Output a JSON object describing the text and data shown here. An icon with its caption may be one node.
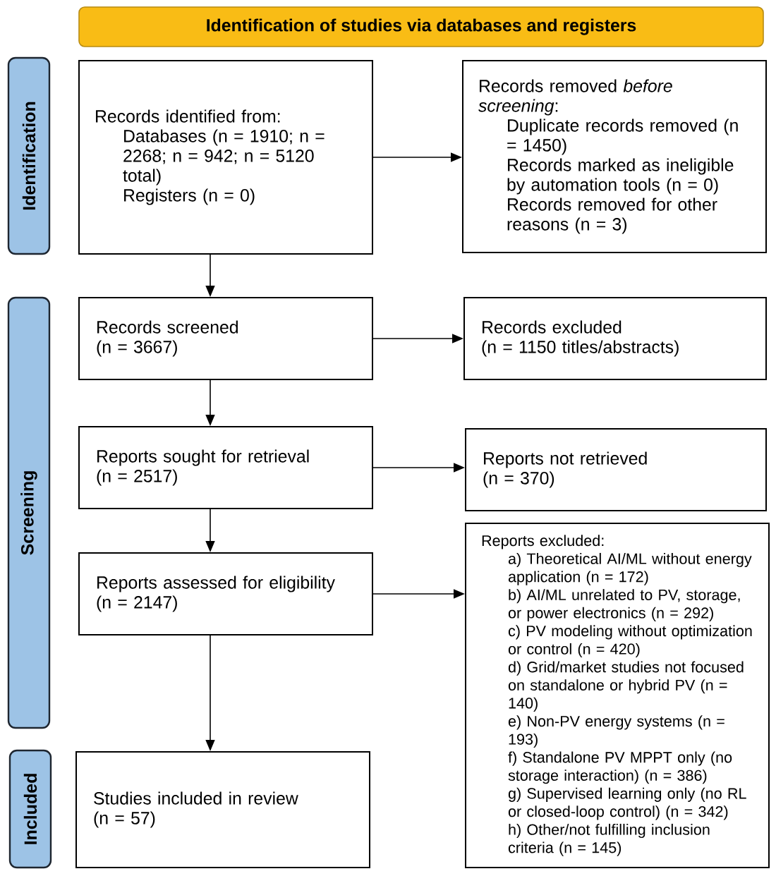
{
  "diagram": {
    "nodes": [
      {
        "text": [
          "Identification of studies via databases and registers"
        ]
      },
      {
        "text": [
          "Identification"
        ]
      },
      {
        "text": [
          "Records identified from:",
          "Databases (n = 1910; n = 2268; n = 942; n = 5120 total)",
          "Registers (n = 0)"
        ]
      },
      {
        "text": [
          "Records removed *before screening*:",
          "Duplicate records removed (n = 1450)",
          "Records marked as ineligible by automation tools (n = 0)",
          "Records removed for other reasons (n = 3)"
        ]
      },
      {
        "text": [
          "Screening"
        ]
      },
      {
        "text": [
          "Records screened",
          "(n = 3667)"
        ]
      },
      {
        "text": [
          "Records excluded",
          "(n = 1150 titles/abstracts)"
        ]
      },
      {
        "text": [
          "Reports sought for retrieval",
          "(n = 2517)"
        ]
      },
      {
        "text": [
          "Reports not retrieved",
          "(n = 370)"
        ]
      },
      {
        "text": [
          "Reports assessed for eligibility",
          "(n = 2147)"
        ]
      },
      {
        "text": [
          "Reports excluded:",
          "a) Theoretical AI/ML without energy application (n = 172)",
          "b) AI/ML unrelated to PV, storage, or power electronics (n = 292)",
          "c) PV modeling without optimization or control (n = 420)",
          "d) Grid/market studies not focused on standalone or hybrid PV (n = 140)",
          "e) Non-PV energy systems (n = 193)",
          "f) Standalone PV MPPT only (no storage interaction) (n = 386)",
          "g) Supervised learning only (no RL or closed-loop control) (n = 342)",
          "h) Other/not fulfilling inclusion criteria (n = 145)"
        ]
      },
      {
        "text": [
          "Included"
        ]
      },
      {
        "text": [
          "Studies included in review",
          "(n = 57)"
        ]
      }
    ],
    "edges": [
      {
        "from": 2,
        "to": 3,
        "arrow": "to"
      },
      {
        "from": 2,
        "to": 5,
        "arrow": "to"
      },
      {
        "from": 5,
        "to": 6,
        "arrow": "to"
      },
      {
        "from": 5,
        "to": 7,
        "arrow": "to"
      },
      {
        "from": 7,
        "to": 8,
        "arrow": "to"
      },
      {
        "from": 7,
        "to": 9,
        "arrow": "to"
      },
      {
        "from": 9,
        "to": 10,
        "arrow": "to"
      },
      {
        "from": 9,
        "to": 12,
        "arrow": "to"
      }
    ]
  }
}
